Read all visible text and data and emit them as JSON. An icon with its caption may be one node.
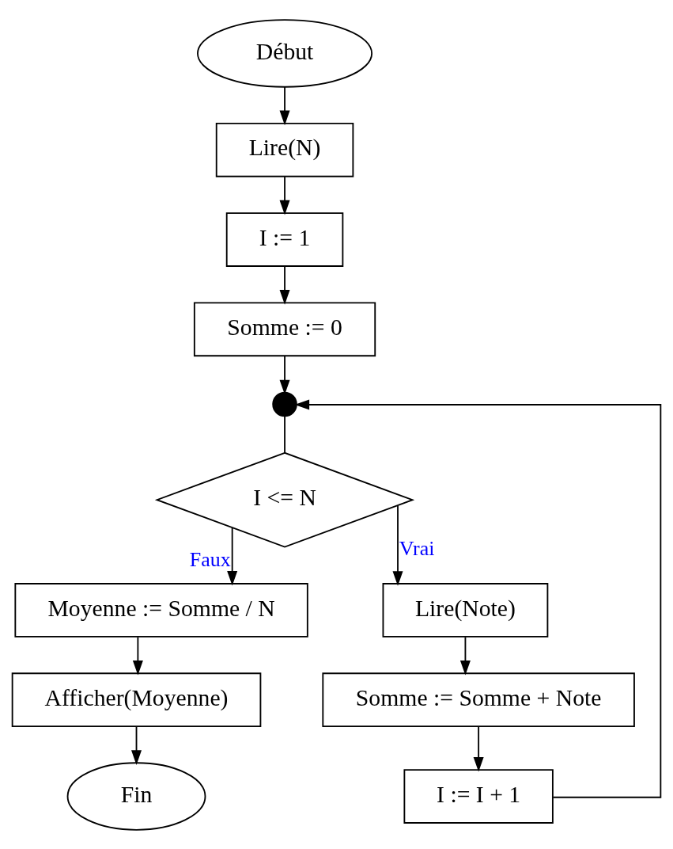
{
  "diagram": {
    "nodes": [
      {
        "text": [
          "Début"
        ]
      },
      {
        "text": [
          "Lire(N)"
        ]
      },
      {
        "text": [
          "I := 1"
        ]
      },
      {
        "text": [
          "Somme := 0"
        ]
      },
      {
        "text": [],
        "shape": "circle"
      },
      {
        "text": [
          "I <= N"
        ]
      },
      {
        "text": [
          "Moyenne := Somme / N"
        ]
      },
      {
        "text": [
          "Afficher(Moyenne)"
        ]
      },
      {
        "text": [
          "Lire(Note)"
        ]
      },
      {
        "text": [
          "Somme := Somme + Note"
        ]
      },
      {
        "text": [
          "I := I + 1"
        ]
      },
      {
        "text": [
          "Fin"
        ]
      }
    ],
    "edges": [
      {
        "from": 0,
        "to": 1,
        "arrow": "to"
      },
      {
        "from": 1,
        "to": 2,
        "arrow": "to"
      },
      {
        "from": 2,
        "to": 3,
        "arrow": "to"
      },
      {
        "from": 3,
        "to": 4,
        "arrow": "to"
      },
      {
        "from": 4,
        "to": 5,
        "arrow": "none"
      },
      {
        "from": 5,
        "to": 6,
        "arrow": "to",
        "label": "Faux"
      },
      {
        "from": 5,
        "to": 8,
        "arrow": "to",
        "label": "Vrai"
      },
      {
        "from": 6,
        "to": 7,
        "arrow": "to"
      },
      {
        "from": 8,
        "to": 9,
        "arrow": "to"
      },
      {
        "from": 9,
        "to": 10,
        "arrow": "to"
      },
      {
        "from": 10,
        "to": 4,
        "arrow": "to"
      },
      {
        "from": 7,
        "to": 11,
        "arrow": "to"
      }
    ]
  }
}
